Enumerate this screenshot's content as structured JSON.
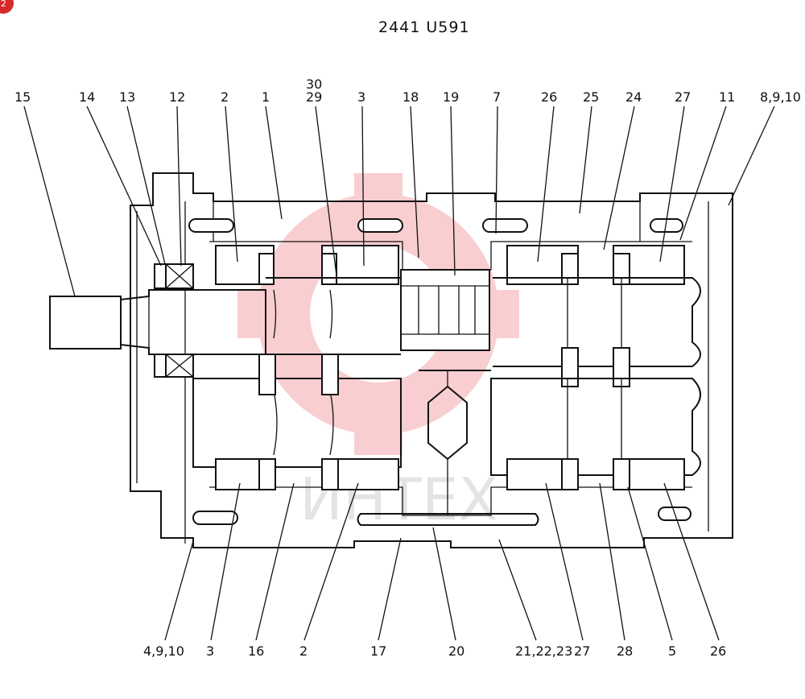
{
  "badge": "2",
  "title": "2441 U591",
  "watermark": {
    "text": "ИНТЕХ",
    "color": "#e8262f"
  },
  "labels": {
    "top": [
      "15",
      "14",
      "13",
      "12",
      "2",
      "1",
      "30",
      "29",
      "3",
      "18",
      "19",
      "7",
      "26",
      "25",
      "24",
      "27",
      "11",
      "8,9,10"
    ],
    "bottom": [
      "4,9,10",
      "3",
      "16",
      "2",
      "17",
      "20",
      "21,22,23",
      "27",
      "28",
      "5",
      "26"
    ]
  }
}
